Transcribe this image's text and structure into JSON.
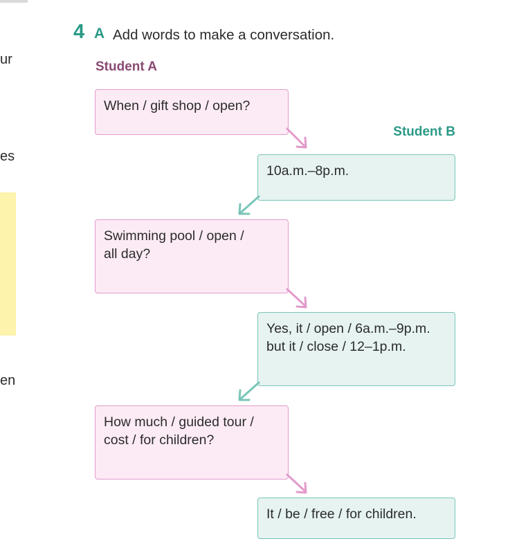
{
  "margin_fragments": [
    "ur",
    "es",
    "en"
  ],
  "exercise": {
    "number": "4",
    "letter": "A",
    "instruction": "Add words to make a conversation."
  },
  "student_a_label": "Student A",
  "student_b_label": "Student B",
  "boxes": {
    "a1": [
      "When / gift shop / open?"
    ],
    "b1": [
      "10a.m.–8p.m."
    ],
    "a2": [
      "Swimming pool / open /",
      "all day?"
    ],
    "b2": [
      "Yes, it / open / 6a.m.–9p.m.",
      "but it / close / 12–1p.m."
    ],
    "a3": [
      "How much / guided tour /",
      "cost / for children?"
    ],
    "b3": [
      "It / be / free / for children."
    ]
  },
  "colors": {
    "teal": "#2a9a86",
    "plum": "#8a4a72",
    "pink_box": "#fcebf5",
    "pink_border": "#e39acb",
    "teal_box": "#e6f3f1",
    "teal_border": "#79c5b8"
  }
}
